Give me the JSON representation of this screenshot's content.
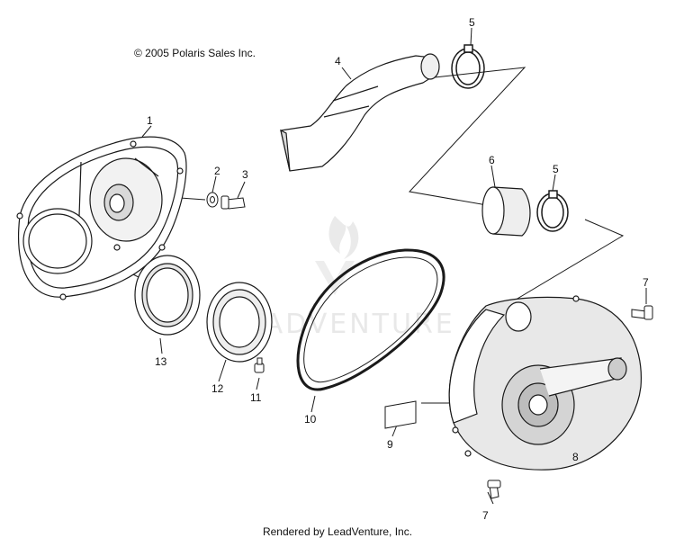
{
  "copyright": "© 2005 Polaris Sales Inc.",
  "footer": "Rendered by LeadVenture, Inc.",
  "watermark": "LEADVENTURE",
  "callouts": [
    "1",
    "2",
    "3",
    "4",
    "5",
    "5",
    "6",
    "7",
    "7",
    "8",
    "9",
    "10",
    "11",
    "12",
    "13"
  ],
  "colors": {
    "line": "#1a1a1a",
    "fill": "#ffffff",
    "shade": "#d9d9d9",
    "watermark": "#e6e6e6"
  }
}
